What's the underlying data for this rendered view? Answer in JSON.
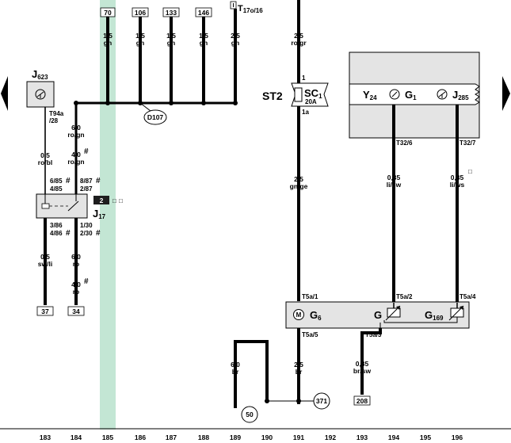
{
  "colors": {
    "highlight": "#c3e6d4",
    "wire": "#000000",
    "component_fill": "#e4e4e4",
    "background": "#ffffff",
    "ground_badge_fill": "#1e1e1e"
  },
  "navigation": {
    "prev_icon": "triangle-left-icon",
    "next_icon": "triangle-right-icon"
  },
  "top_refs": [
    "70",
    "106",
    "133",
    "146"
  ],
  "connector_top": {
    "prefix": "T",
    "sub": "17o/16"
  },
  "wires": {
    "w185": {
      "size": "1,5",
      "color": "gn"
    },
    "w186": {
      "size": "1,5",
      "color": "gn"
    },
    "w187": {
      "size": "1,5",
      "color": "gn"
    },
    "w188": {
      "size": "1,5",
      "color": "gn"
    },
    "w189": {
      "size": "2,5",
      "color": "gn"
    },
    "w191_top": {
      "size": "2,5",
      "color": "ro/gr"
    },
    "w191_mid": {
      "size": "2,5",
      "color": "gn/ge"
    },
    "w191_bot": {
      "size": "2,5",
      "color": "br"
    },
    "w183_a": {
      "size": "0,5",
      "color": "ro/bl"
    },
    "w183_b": {
      "size": "0,5",
      "color": "sw/li"
    },
    "w184_a": {
      "size": "6,0",
      "color": "ro/gn"
    },
    "w184_b": {
      "size": "4,0",
      "color": "ro/gn"
    },
    "w184_c": {
      "size": "6,0",
      "color": "ro"
    },
    "w184_d": {
      "size": "4,0",
      "color": "ro"
    },
    "w189_bot": {
      "size": "6,0",
      "color": "br"
    },
    "w194": {
      "size": "0,35",
      "color": "li/sw"
    },
    "w196": {
      "size": "0,35",
      "color": "li/ws"
    },
    "w193": {
      "size": "0,35",
      "color": "br/sw"
    }
  },
  "components": {
    "j623": {
      "prefix": "J",
      "sub": "623"
    },
    "j17": {
      "prefix": "J",
      "sub": "17"
    },
    "relay_slot": "2",
    "st2": "ST2",
    "sc1": {
      "prefix": "SC",
      "sub": "1",
      "rating": "20A"
    },
    "y24": {
      "prefix": "Y",
      "sub": "24"
    },
    "g1": {
      "prefix": "G",
      "sub": "1"
    },
    "j285": {
      "prefix": "J",
      "sub": "285"
    },
    "g6": {
      "prefix": "G",
      "sub": "6"
    },
    "g": "G",
    "g169": {
      "prefix": "G",
      "sub": "169"
    }
  },
  "pins": {
    "t94a": "T94a",
    "t94a_b": "/28",
    "p6_85": "6/85",
    "p4_85": "4/85",
    "p8_87": "8/87",
    "p2_87": "2/87",
    "p3_86": "3/86",
    "p4_86": "4/86",
    "p1_30": "1/30",
    "p2_30": "2/30",
    "sc1_in": "1",
    "sc1_out": "1a",
    "t32_6": "T32/6",
    "t32_7": "T32/7",
    "t5a_1": "T5a/1",
    "t5a_2": "T5a/2",
    "t5a_4": "T5a/4",
    "t5a_5": "T5a/5",
    "t5a_3": "T5a/3"
  },
  "refs": {
    "d107": "D107",
    "r37": "37",
    "r34": "34",
    "r50": "50",
    "r371": "371",
    "r208": "208"
  },
  "marks": {
    "hash": "#",
    "square": "□"
  },
  "tracks": [
    "183",
    "184",
    "185",
    "186",
    "187",
    "188",
    "189",
    "190",
    "191",
    "192",
    "193",
    "194",
    "195",
    "196"
  ]
}
